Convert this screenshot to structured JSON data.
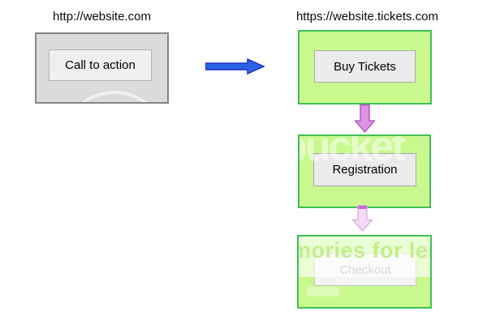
{
  "diagram": {
    "left_site": {
      "url_label": "http://website.com",
      "page_bg": "#dbdbdb",
      "page_border_color": "#858585",
      "button": {
        "label": "Call to action",
        "bg": "#efefef",
        "border_color": "#b3b3b3",
        "text_color": "#000000"
      }
    },
    "right_site": {
      "url_label": "https://website.tickets.com",
      "page_bg": "#c9f98e",
      "page_border_color": "#3fbf57",
      "steps": [
        {
          "label": "Buy Tickets",
          "button_bg": "#ebebeb",
          "button_border_color": "#a9a9a9",
          "text_color": "#000000",
          "state": "normal"
        },
        {
          "label": "Registration",
          "button_bg": "#ebebeb",
          "button_border_color": "#a9a9a9",
          "text_color": "#000000",
          "state": "normal"
        },
        {
          "label": "Checkout",
          "button_bg": "#f4f4f4",
          "button_border_color": "#c6c6c6",
          "text_color": "#9a9a9a",
          "state": "faded"
        }
      ]
    },
    "arrows": {
      "redirect": {
        "direction": "right",
        "fill": "#2b63e6",
        "stroke": "#1c33c0"
      },
      "step1_to_step2": {
        "direction": "down",
        "fill": "#db93e2",
        "stroke": "#b148c0"
      },
      "step2_to_step3": {
        "direction": "down",
        "fill": "#f3dbf6",
        "stroke": "#daa7e1",
        "cap_fill": "#c353cb"
      }
    },
    "watermark": {
      "center_fragment": "bucket",
      "bottom_fragment": "mories for les"
    }
  }
}
